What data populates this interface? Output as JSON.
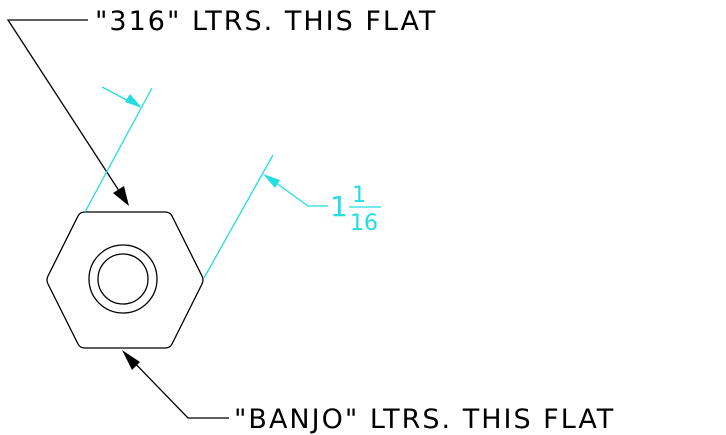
{
  "notes": {
    "top": "\"316\" LTRS. THIS FLAT",
    "bottom": "\"BANJO\" LTRS. THIS FLAT"
  },
  "dimension": {
    "whole": "1",
    "numerator": "1",
    "denominator": "16"
  },
  "colors": {
    "ink": "#000000",
    "dimension": "#22dede",
    "background": "#ffffff"
  }
}
